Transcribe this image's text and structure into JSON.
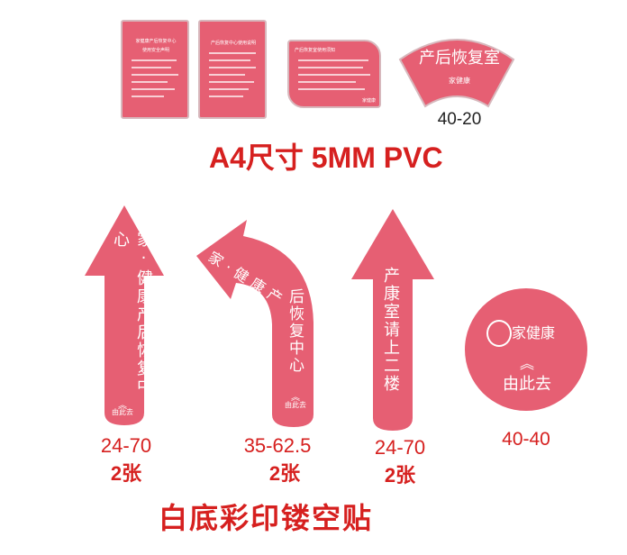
{
  "header": {
    "title": "A4尺寸 5MM PVC"
  },
  "signs": {
    "sign1": {
      "title_line1": "家健康产后恢复中心",
      "title_line2": "使用安全声明"
    },
    "sign2": {
      "title_line1": "产后恢复中心使用说明"
    },
    "sign3": {
      "title_line1": "产后恢复室使用须知",
      "logo": "家健康"
    },
    "fan": {
      "text": "产后恢复室",
      "logo": "家健康",
      "size": "40-20"
    }
  },
  "arrows": {
    "arrow1": {
      "text": "家·健康产后恢复中心",
      "small": "由此去",
      "size": "24-70",
      "qty": "2张"
    },
    "arrow2": {
      "text_curve": "家·健康产",
      "text_vertical": "后恢复中心",
      "small": "由此去",
      "size": "35-62.5",
      "qty": "2张"
    },
    "arrow3": {
      "text": "产康室请上二楼",
      "size": "24-70",
      "qty": "2张"
    },
    "circle": {
      "logo": "家健康",
      "sub": "由此去",
      "size": "40-40"
    }
  },
  "footer": {
    "text": "白底彩印镂空贴"
  },
  "colors": {
    "pink": "#e65f73",
    "red": "#d6201f",
    "border": "#d7b8bd"
  }
}
